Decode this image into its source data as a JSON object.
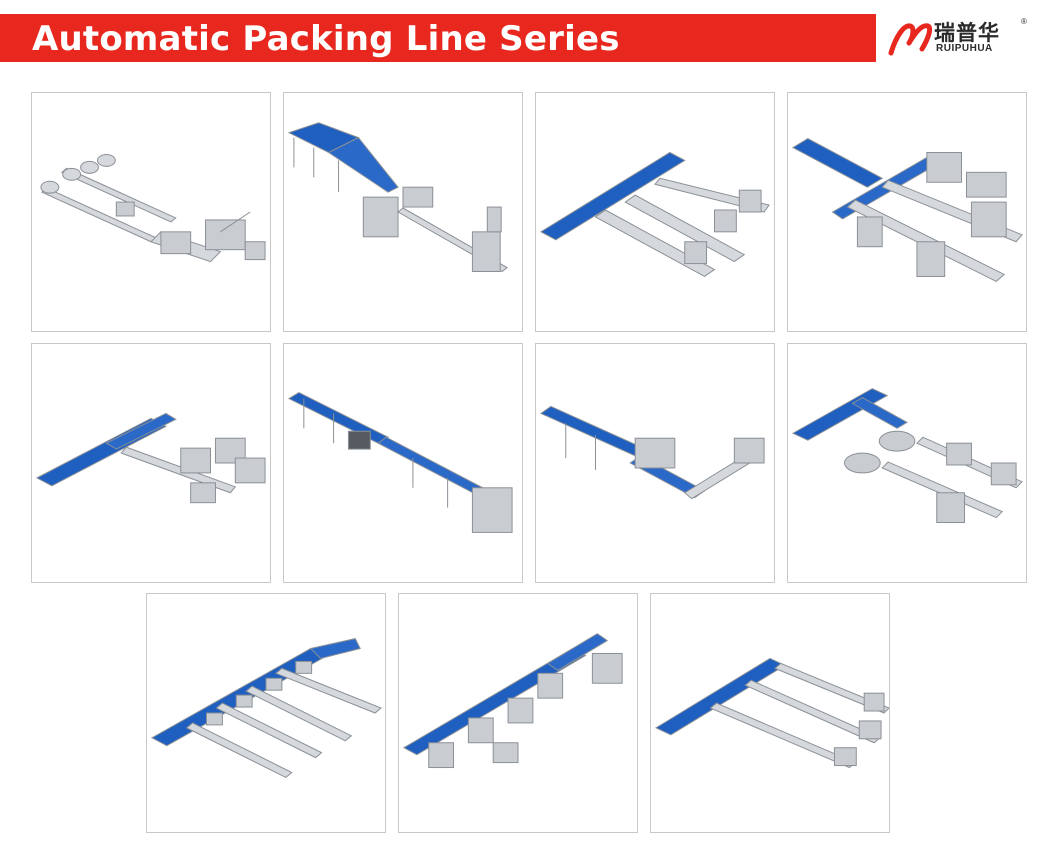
{
  "banner": {
    "title": "Automatic Packing Line Series",
    "color": "#e8281f"
  },
  "logo": {
    "chinese": "瑞普华",
    "english": "RUIPUHUA",
    "registered": "®",
    "icon": "ruipuhua-logo-icon",
    "icon_color": "#e8281f"
  },
  "gallery": {
    "count": 11,
    "items": [
      {
        "icon": "packing-line-image"
      },
      {
        "icon": "packing-line-image"
      },
      {
        "icon": "packing-line-image"
      },
      {
        "icon": "packing-line-image"
      },
      {
        "icon": "packing-line-image"
      },
      {
        "icon": "packing-line-image"
      },
      {
        "icon": "packing-line-image"
      },
      {
        "icon": "packing-line-image"
      },
      {
        "icon": "packing-line-image"
      },
      {
        "icon": "packing-line-image"
      },
      {
        "icon": "packing-line-image"
      }
    ],
    "conveyor_color": "#1f5fbf",
    "machine_color": "#c9cdd2"
  }
}
